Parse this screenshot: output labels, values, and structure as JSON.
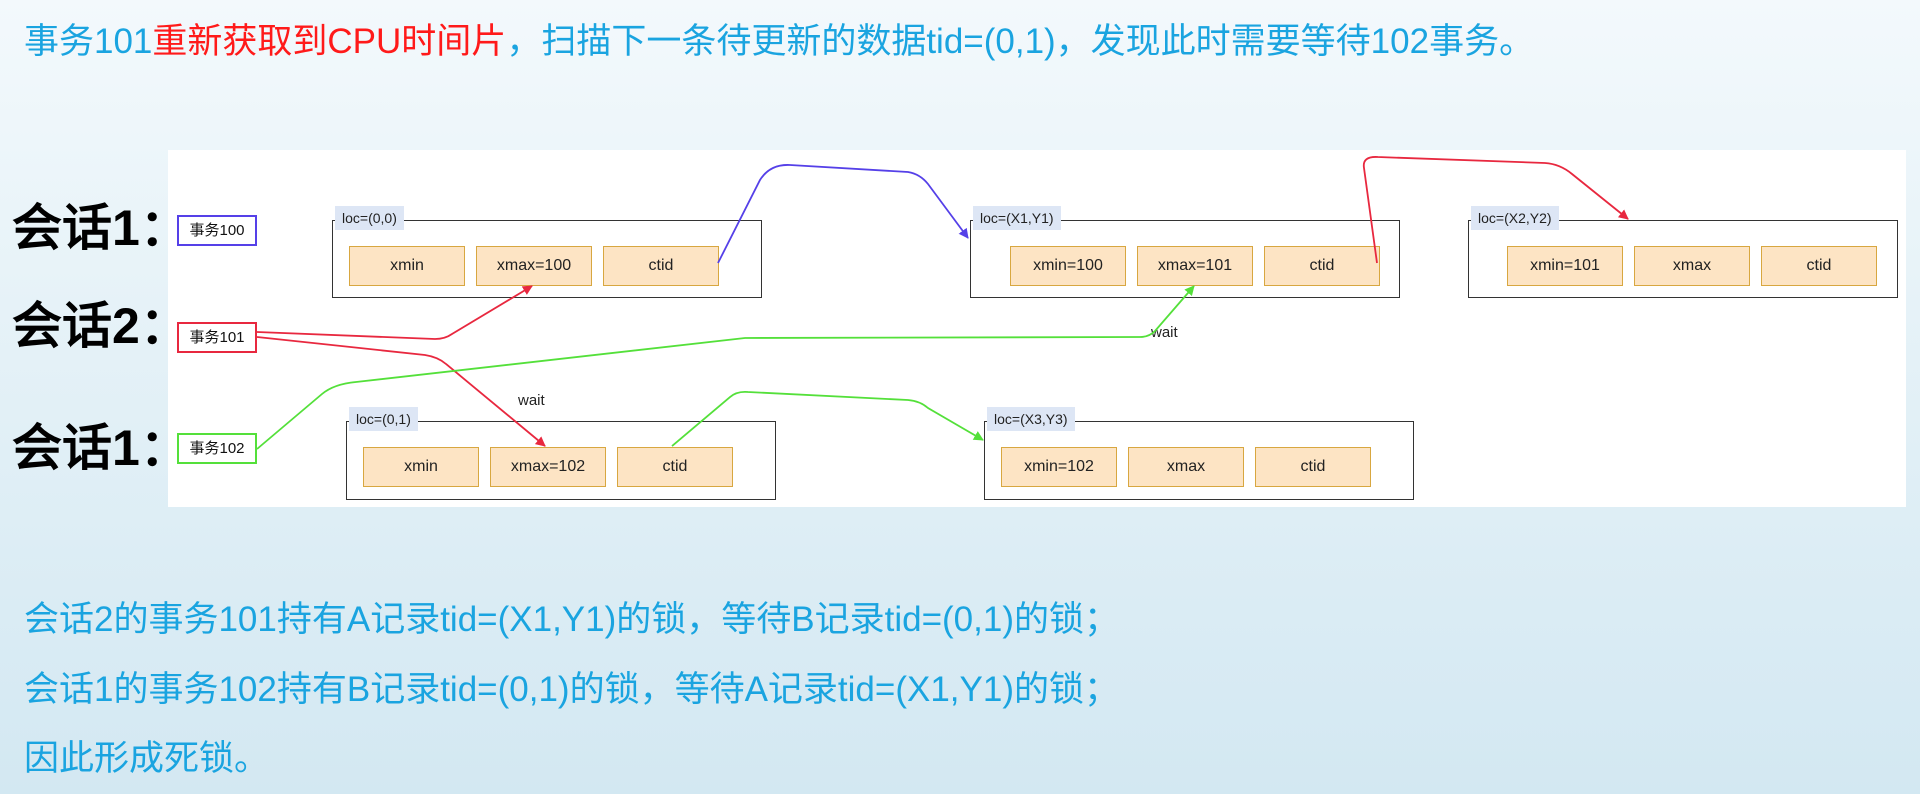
{
  "colors": {
    "text_blue": "#1aa4e0",
    "text_red": "#ff1a1a",
    "txn100": "#5540e8",
    "txn101": "#e8283f",
    "txn102": "#54e03a",
    "cell_fill": "#fde4c4",
    "cell_border": "#d8a740"
  },
  "headline": {
    "part1": "事务101",
    "part2": "重新获取到CPU时间片",
    "part3": "，扫描下一条待更新的数据tid=(0,1)，发现此时需要等待102事务。"
  },
  "sessions": {
    "s1_top": "会话1：",
    "s2": "会话2：",
    "s1_bottom": "会话1："
  },
  "transactions": {
    "t100": "事务100",
    "t101": "事务101",
    "t102": "事务102"
  },
  "tuples": {
    "a": {
      "loc": "loc=(0,0)",
      "xmin": "xmin",
      "xmax": "xmax=100",
      "ctid": "ctid"
    },
    "b": {
      "loc": "loc=(X1,Y1)",
      "xmin": "xmin=100",
      "xmax": "xmax=101",
      "ctid": "ctid"
    },
    "c": {
      "loc": "loc=(X2,Y2)",
      "xmin": "xmin=101",
      "xmax": "xmax",
      "ctid": "ctid"
    },
    "d": {
      "loc": "loc=(0,1)",
      "xmin": "xmin",
      "xmax": "xmax=102",
      "ctid": "ctid"
    },
    "e": {
      "loc": "loc=(X3,Y3)",
      "xmin": "xmin=102",
      "xmax": "xmax",
      "ctid": "ctid"
    }
  },
  "waits": {
    "w1": "wait",
    "w2": "wait"
  },
  "summary": {
    "line1": "会话2的事务101持有A记录tid=(X1,Y1)的锁，等待B记录tid=(0,1)的锁；",
    "line2": "会话1的事务102持有B记录tid=(0,1)的锁，等待A记录tid=(X1,Y1)的锁；",
    "line3": "因此形成死锁。"
  }
}
